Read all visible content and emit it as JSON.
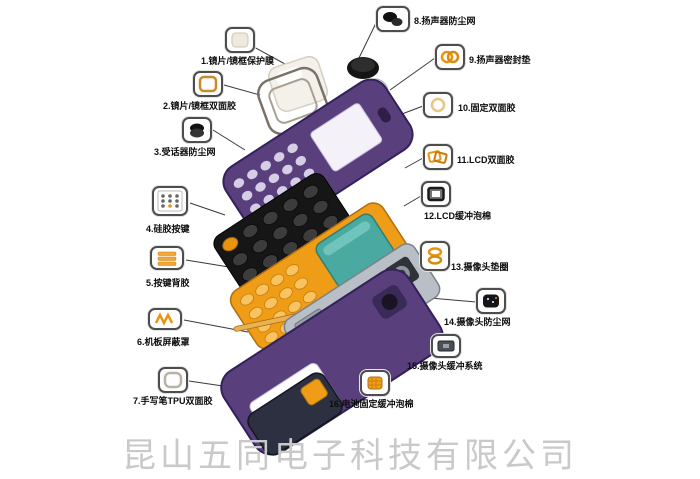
{
  "company_watermark": "昆山五同电子科技有限公司",
  "labels": [
    {
      "num": "1",
      "text": "1.镜片/镜框保护膜",
      "icon": "protective-film"
    },
    {
      "num": "2",
      "text": "2.镜片/镜框双面胶",
      "icon": "frame-adhesive"
    },
    {
      "num": "3",
      "text": "3.受话器防尘网",
      "icon": "receiver-mesh"
    },
    {
      "num": "4",
      "text": "4.硅胶按键",
      "icon": "silicone-keypad"
    },
    {
      "num": "5",
      "text": "5.按键背胶",
      "icon": "keypad-adhesive"
    },
    {
      "num": "6",
      "text": "6.机板屏蔽罩",
      "icon": "board-shield"
    },
    {
      "num": "7",
      "text": "7.手写笔TPU双面胶",
      "icon": "stylus-tpu-adhesive"
    },
    {
      "num": "8",
      "text": "8.扬声器防尘网",
      "icon": "speaker-mesh"
    },
    {
      "num": "9",
      "text": "9.扬声器密封垫",
      "icon": "speaker-gasket"
    },
    {
      "num": "10",
      "text": "10.固定双面胶",
      "icon": "fixing-adhesive"
    },
    {
      "num": "11",
      "text": "11.LCD双面胶",
      "icon": "lcd-adhesive"
    },
    {
      "num": "12",
      "text": "12.LCD缓冲泡棉",
      "icon": "lcd-foam"
    },
    {
      "num": "13",
      "text": "13.摄像头垫圈",
      "icon": "camera-gasket"
    },
    {
      "num": "14",
      "text": "14.摄像头防尘网",
      "icon": "camera-mesh"
    },
    {
      "num": "15",
      "text": "15.摄像头缓冲系统",
      "icon": "camera-buffer"
    },
    {
      "num": "16",
      "text": "16.电池固定缓冲泡棉",
      "icon": "battery-foam"
    }
  ],
  "colors": {
    "housing_purple": "#5a3f7d",
    "flex_orange": "#ef9c16",
    "battery_teal": "#4aa9a1"
  }
}
